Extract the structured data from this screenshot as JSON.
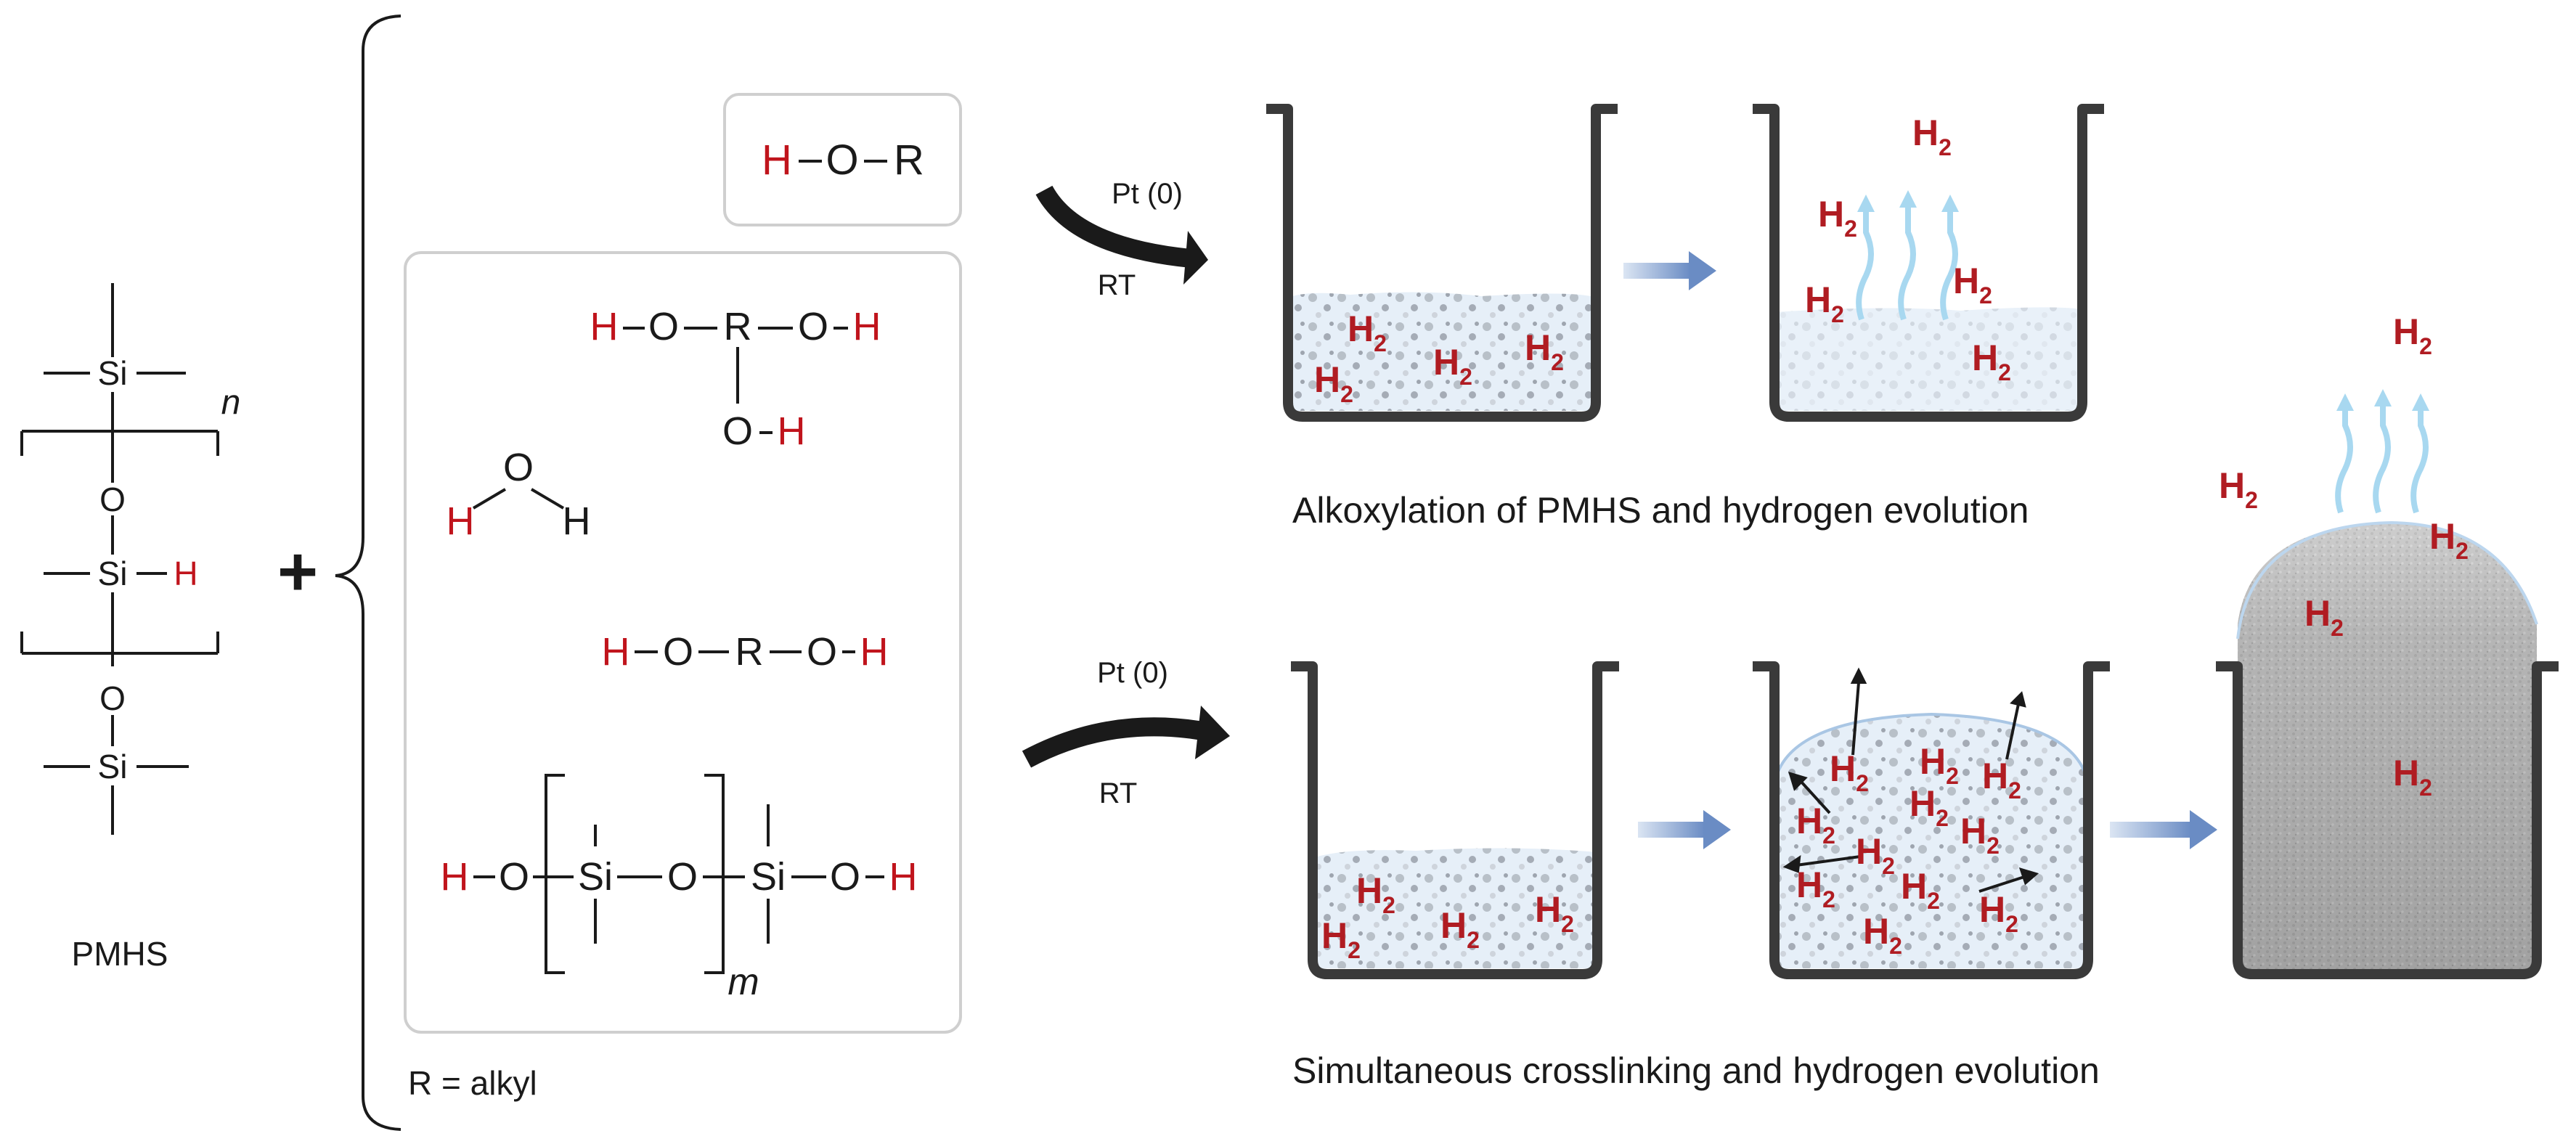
{
  "pmhs": {
    "label": "PMHS",
    "si": "Si",
    "o": "O",
    "h": "H",
    "n": "n"
  },
  "reagents": {
    "plus": "+",
    "r_def": "R = alkyl",
    "alcohol": {
      "h": "H",
      "o": "O",
      "r": "R"
    },
    "triol": {
      "h": "H",
      "o": "O",
      "r": "R"
    },
    "water": {
      "h": "H",
      "o": "O"
    },
    "diol": {
      "h": "H",
      "o": "O",
      "r": "R"
    },
    "silanol": {
      "h": "H",
      "o": "O",
      "si": "Si",
      "m": "m"
    }
  },
  "arrows": {
    "top": {
      "catalyst": "Pt (0)",
      "condition": "RT"
    },
    "bottom": {
      "catalyst": "Pt (0)",
      "condition": "RT"
    }
  },
  "h2": {
    "base": "H",
    "sub": "2"
  },
  "captions": {
    "top": "Alkoxylation of PMHS and hydrogen evolution",
    "bottom": "Simultaneous crosslinking and hydrogen evolution"
  },
  "colors": {
    "hydrogen_red": "#c0141c",
    "h2_label": "#b01c22",
    "bubble_arrow": "#6f8fc0",
    "gas_arrow": "#a8d8f0",
    "liquid": "#e6eff8",
    "beaker_wall": "#3a3a3a"
  }
}
